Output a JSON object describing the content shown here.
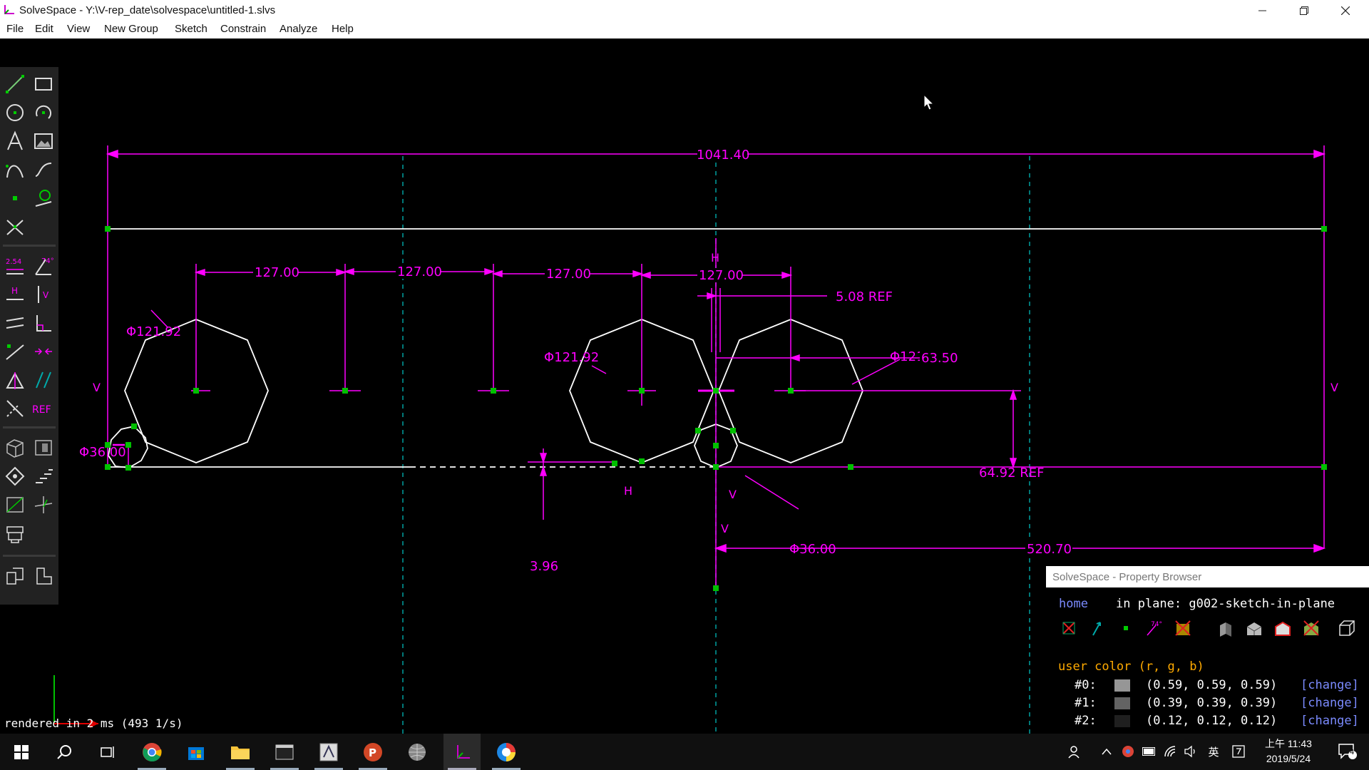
{
  "window": {
    "title": "SolveSpace - Y:\\V-rep_date\\solvespace\\untitled-1.slvs",
    "minimize_icon": "minimize-icon",
    "maximize_icon": "restore-icon",
    "close_icon": "close-icon"
  },
  "menu": {
    "items": [
      "File",
      "Edit",
      "View",
      "New Group",
      "Sketch",
      "Constrain",
      "Analyze",
      "Help"
    ]
  },
  "colors": {
    "background": "#000000",
    "constraint": "#ff00ff",
    "geometry": "#ffffff",
    "point": "#00c000",
    "construction": "#00a0a0",
    "toolbar": "#222222"
  },
  "sketch": {
    "dimensions": {
      "overall_width": "1041.40",
      "spacing_1": "127.00",
      "spacing_2": "127.00",
      "spacing_3": "127.00",
      "spacing_4": "127.00",
      "ref_offset": "5.08  REF",
      "dia_left": "Φ121.92",
      "dia_middle": "Φ121.92",
      "dia_right": "Φ121.92",
      "small_dia_left": "Φ36.00",
      "small_dia_center": "Φ36.00",
      "horizontal_offset": "63.50",
      "height_ref": "64.92  REF",
      "small_offset": "3.96",
      "right_length": "520.70"
    },
    "constraint_markers": {
      "horizontal": "H",
      "vertical": "V"
    }
  },
  "status": {
    "text": "rendered in 2 ms (493 1/s)"
  },
  "property_browser": {
    "title": "SolveSpace - Property Browser",
    "home_link": "home",
    "plane_text": "in plane: g002-sketch-in-plane",
    "section_heading": "user color (r, g, b)",
    "change_label": "[change]",
    "colors": [
      {
        "index": "#0:",
        "rgb": "(0.59, 0.59, 0.59)",
        "swatch": "#969696"
      },
      {
        "index": "#1:",
        "rgb": "(0.39, 0.39, 0.39)",
        "swatch": "#636363"
      },
      {
        "index": "#2:",
        "rgb": "(0.12, 0.12, 0.12)",
        "swatch": "#1f1f1f"
      }
    ]
  },
  "taskbar": {
    "clock_time": "上午 11:43",
    "clock_date": "2019/5/24",
    "ime": "英",
    "notification_count": "4"
  }
}
